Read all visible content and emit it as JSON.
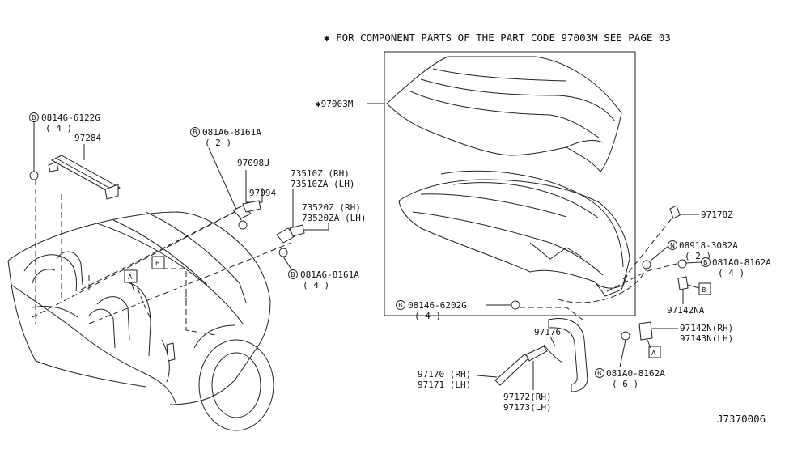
{
  "header_note": "✱ FOR COMPONENT PARTS OF THE PART CODE 97003M SEE PAGE 03",
  "diagram_code": "J7370006",
  "parts": {
    "p97003m": "✱97003M",
    "p97284": "97284",
    "p97098u": "97098U",
    "p97094": "97094",
    "p73510": [
      "73510Z (RH)",
      "73510ZA (LH)"
    ],
    "p73520": [
      "73520Z (RH)",
      "73520ZA (LH)"
    ],
    "p97178z": "97178Z",
    "p97142na": "97142NA",
    "p97142n": [
      "97142N(RH)",
      "97143N(LH)"
    ],
    "p97176": "97176",
    "p97170": [
      "97170 (RH)",
      "97171 (LH)"
    ],
    "p97172": [
      "97172(RH)",
      "97173(LH)"
    ]
  },
  "fasteners": {
    "f1": {
      "symbol": "B",
      "code": "08146-6122G",
      "qty": "( 4 )"
    },
    "f2": {
      "symbol": "B",
      "code": "081A6-8161A",
      "qty": "( 2 )"
    },
    "f3": {
      "symbol": "B",
      "code": "081A6-8161A",
      "qty": "( 4 )"
    },
    "f4": {
      "symbol": "N",
      "code": "08918-3082A",
      "qty": "( 2 )"
    },
    "f5": {
      "symbol": "B",
      "code": "081A0-8162A",
      "qty": "( 4 )"
    },
    "f6": {
      "symbol": "B",
      "code": "08146-6202G",
      "qty": "( 4 )"
    },
    "f7": {
      "symbol": "B",
      "code": "081A0-8162A",
      "qty": "( 6 )"
    }
  },
  "ref_boxes": {
    "A": "A",
    "B": "B"
  }
}
